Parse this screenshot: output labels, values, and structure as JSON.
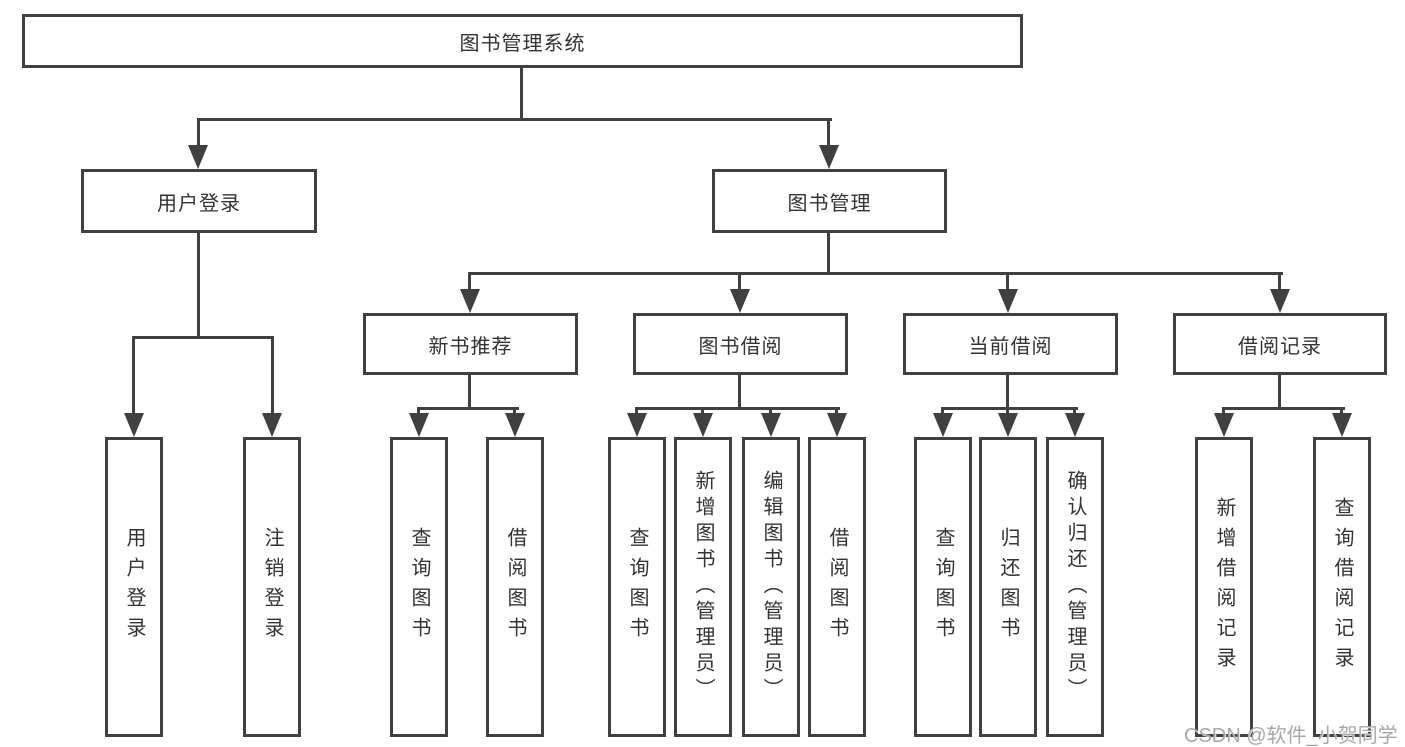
{
  "diagram": {
    "root": {
      "label": "图书管理系统"
    },
    "level2": {
      "user_login": {
        "label": "用户登录"
      },
      "book_management": {
        "label": "图书管理"
      }
    },
    "level3": {
      "new_book_recommend": {
        "label": "新书推荐"
      },
      "book_borrowing": {
        "label": "图书借阅"
      },
      "current_borrowing": {
        "label": "当前借阅"
      },
      "borrowing_records": {
        "label": "借阅记录"
      }
    },
    "leaves": {
      "user_login": {
        "label": "用户登录"
      },
      "logout": {
        "label": "注销登录"
      },
      "nb_query_books": {
        "label": "查询图书"
      },
      "nb_borrow_books": {
        "label": "借阅图书"
      },
      "bb_query_books": {
        "label": "查询图书"
      },
      "bb_add_books": {
        "label": "新增图书（管理员）"
      },
      "bb_edit_books": {
        "label": "编辑图书（管理员）"
      },
      "bb_borrow_books": {
        "label": "借阅图书"
      },
      "cb_query_books": {
        "label": "查询图书"
      },
      "cb_return_books": {
        "label": "归还图书"
      },
      "cb_confirm_return": {
        "label": "确认归还（管理员）"
      },
      "br_add_record": {
        "label": "新增借阅记录"
      },
      "br_query_record": {
        "label": "查询借阅记录"
      }
    }
  },
  "watermark": {
    "text": "CSDN @软件_小贺同学"
  },
  "colors": {
    "line": "#404040",
    "text": "#333333",
    "watermark": "#a8a8a8",
    "background": "#ffffff"
  }
}
